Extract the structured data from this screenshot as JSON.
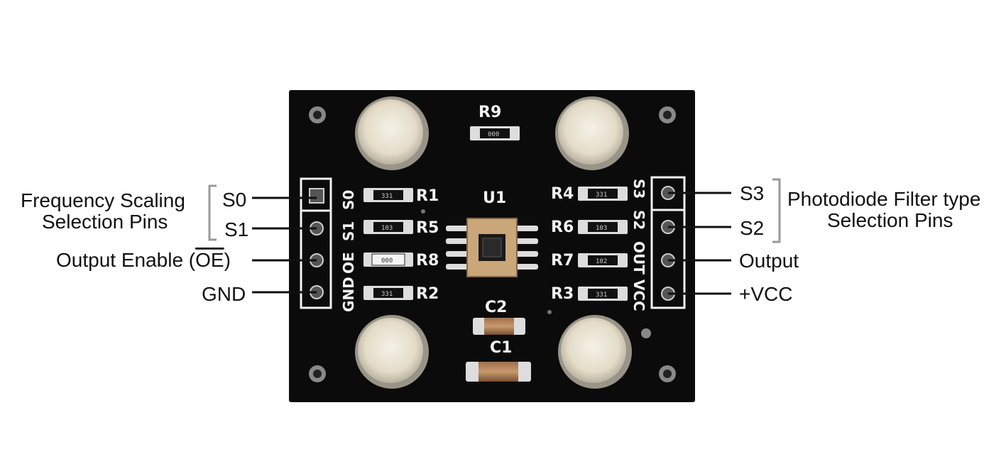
{
  "labels": {
    "freq_line1": "Frequency Scaling",
    "freq_line2": "Selection Pins",
    "s0": "S0",
    "s1": "S1",
    "oe_prefix": "Output Enable (",
    "oe_bar": "OE",
    "oe_suffix": ")",
    "gnd": "GND",
    "s3": "S3",
    "s2": "S2",
    "output": "Output",
    "vcc": "+VCC",
    "filter_line1": "Photodiode Filter type",
    "filter_line2": "Selection Pins"
  },
  "board": {
    "left_header": [
      "S0",
      "S1",
      "OE",
      "GND"
    ],
    "right_header": [
      "S3",
      "S2",
      "OUT",
      "VCC"
    ],
    "designators": {
      "r1": "R1",
      "r2": "R2",
      "r3": "R3",
      "r4": "R4",
      "r5": "R5",
      "r6": "R6",
      "r7": "R7",
      "r8": "R8",
      "r9": "R9",
      "u1": "U1",
      "c1": "C1",
      "c2": "C2"
    },
    "resistor_codes": {
      "r1": "331",
      "r2": "331",
      "r3": "331",
      "r4": "331",
      "r5": "103",
      "r6": "103",
      "r7": "102",
      "r8": "000",
      "r9": "000"
    },
    "colors": {
      "pcb": "#0b0b0b",
      "silkscreen": "#f2f2f2",
      "led": "#ece6d6",
      "chip": "#caa77a"
    }
  }
}
